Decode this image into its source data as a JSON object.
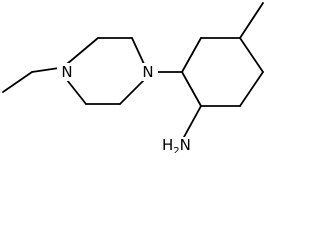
{
  "molecule": {
    "atoms": {
      "n1": "N",
      "n2": "N",
      "amine": {
        "element": "H",
        "subscript": "2",
        "suffix": "N"
      }
    },
    "colors": {
      "bond": "#000000",
      "label": "#000000",
      "background": "#ffffff"
    }
  }
}
